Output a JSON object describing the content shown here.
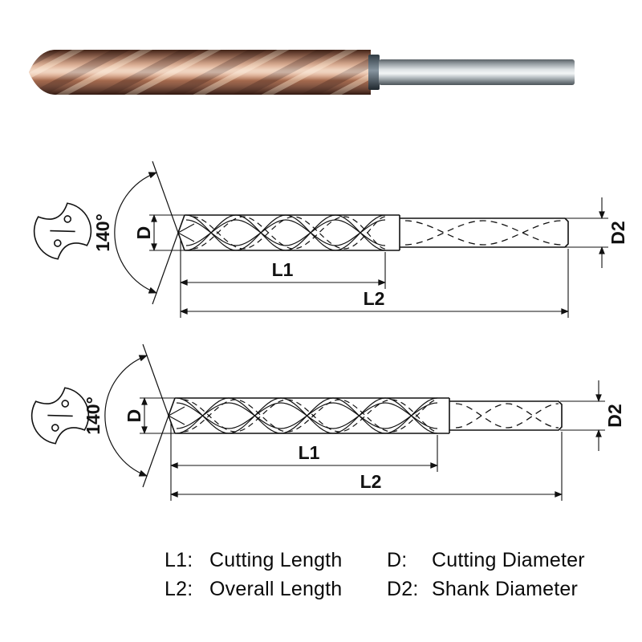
{
  "dims": {
    "angle": "140°",
    "d": "D",
    "d2": "D2",
    "l1": "L1",
    "l2": "L2"
  },
  "legend": {
    "items": [
      {
        "label": "L1:",
        "text": "Cutting Length"
      },
      {
        "label": "D:",
        "text": "Cutting Diameter"
      },
      {
        "label": "L2:",
        "text": "Overall Length"
      },
      {
        "label": "D2:",
        "text": "Shank Diameter"
      }
    ]
  },
  "colors": {
    "flute_bronze": "#b4714f",
    "shank_steel": "#c9ced1",
    "junction_ring": "#3a444c",
    "line": "#111111",
    "background": "#ffffff"
  }
}
